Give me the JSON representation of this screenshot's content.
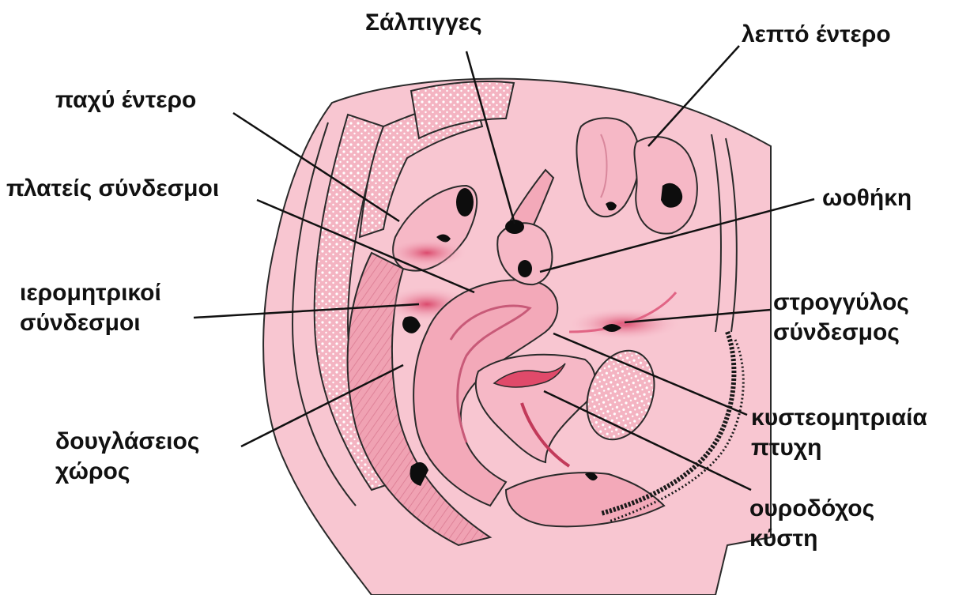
{
  "colors": {
    "body_fill": "#f7c3cf",
    "skin_fill": "#f9cdd6",
    "organ_fill": "#f3a9b9",
    "organ_deep": "#e97f97",
    "highlight": "#ffffff",
    "dark": "#0d0d0d",
    "outline": "#2a2a2a",
    "flush": "#de5474"
  },
  "labels": {
    "salpinges": "Σάλπιγγες",
    "small_intestine": "λεπτό έντερο",
    "large_intestine": "παχύ  έντερο",
    "broad_ligaments": "πλατείς σύνδεσμοι",
    "ovary": "ωοθήκη",
    "uterosacral_1": "ιερομητρικοί",
    "uterosacral_2": "σύνδεσμοι",
    "round_ligament_1": "στρογγύλος",
    "round_ligament_2": "σύνδεσμος",
    "vesicouterine_1": "κυστεομητριαία",
    "vesicouterine_2": "πτυχη",
    "douglas_1": "δουγλάσειος",
    "douglas_2": "χώρος",
    "bladder_1": "ουροδόχος",
    "bladder_2": "κύστη"
  }
}
